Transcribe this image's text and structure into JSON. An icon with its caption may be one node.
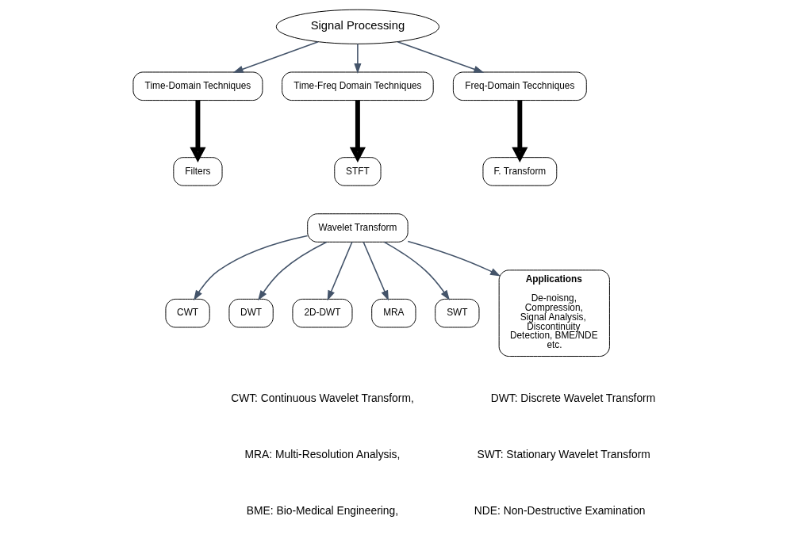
{
  "diagram": {
    "nodes": [
      {
        "text": [
          "Signal Processing"
        ]
      },
      {
        "text": [
          "Time-Domain Techniques"
        ]
      },
      {
        "text": [
          "Time-Freq Domain Techniques"
        ]
      },
      {
        "text": [
          "Freq-Domain Tecchniques"
        ]
      },
      {
        "text": [
          "Filters"
        ]
      },
      {
        "text": [
          "STFT"
        ]
      },
      {
        "text": [
          "F. Transform"
        ]
      },
      {
        "text": [
          "Wavelet Transform"
        ]
      },
      {
        "text": [
          "CWT"
        ]
      },
      {
        "text": [
          "DWT"
        ]
      },
      {
        "text": [
          "2D-DWT"
        ]
      },
      {
        "text": [
          "MRA"
        ]
      },
      {
        "text": [
          "SWT"
        ]
      },
      {
        "text": [
          "Applications",
          "De-noisng, Compression, Signal Analysis, Discontinuity Detection, BME/NDE etc."
        ]
      }
    ],
    "edges": [
      {
        "from": 0,
        "to": 1,
        "arrow": "to"
      },
      {
        "from": 0,
        "to": 2,
        "arrow": "to"
      },
      {
        "from": 0,
        "to": 3,
        "arrow": "to"
      },
      {
        "from": 1,
        "to": 4,
        "arrow": "to",
        "style": "thick",
        "color": "#000000"
      },
      {
        "from": 2,
        "to": 5,
        "arrow": "to",
        "style": "thick",
        "color": "#000000"
      },
      {
        "from": 3,
        "to": 6,
        "arrow": "to",
        "style": "thick",
        "color": "#000000"
      },
      {
        "from": 7,
        "to": 8,
        "arrow": "to"
      },
      {
        "from": 7,
        "to": 9,
        "arrow": "to"
      },
      {
        "from": 7,
        "to": 10,
        "arrow": "to"
      },
      {
        "from": 7,
        "to": 11,
        "arrow": "to"
      },
      {
        "from": 7,
        "to": 12,
        "arrow": "to"
      },
      {
        "from": 7,
        "to": 13,
        "arrow": "to"
      }
    ],
    "labels": [
      "CWT: Continuous Wavelet Transform,",
      "DWT: Discrete Wavelet Transform",
      "MRA: Multi-Resolution Analysis,",
      "SWT: Stationary Wavelet Transform",
      "BME: Bio-Medical Engineering,",
      "NDE: Non-Destructive Examination"
    ]
  }
}
